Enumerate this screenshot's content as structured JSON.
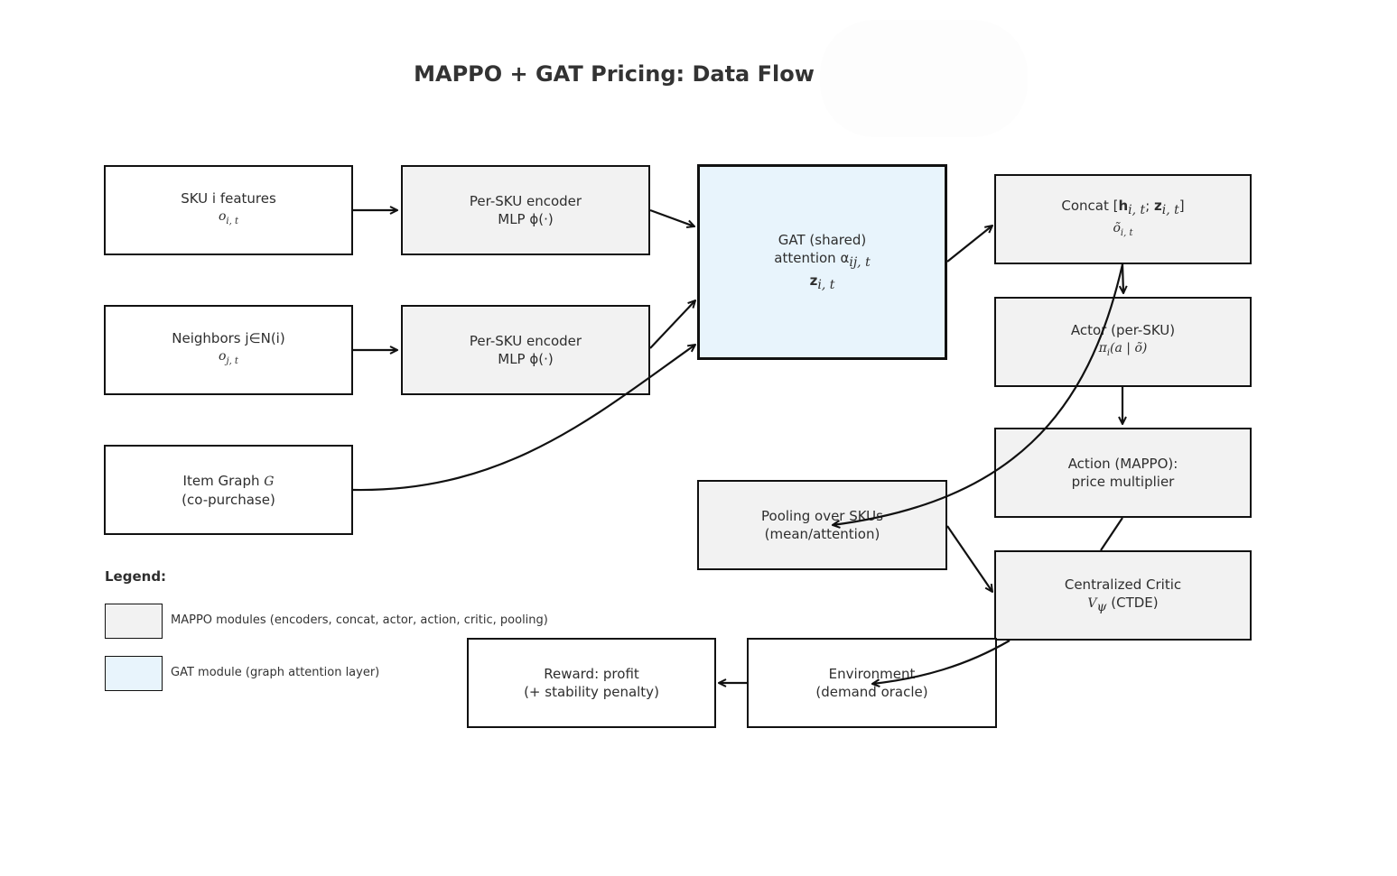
{
  "title": "MAPPO + GAT Pricing: Data Flow",
  "colors": {
    "mappo": "#f2f2f2",
    "gat": "#e8f4fc",
    "border": "#111111"
  },
  "nodes": {
    "sku_features": {
      "line1": "SKU i features",
      "line2": "o",
      "sub2": "i, t"
    },
    "neighbors": {
      "line1": "Neighbors j∈N(i)",
      "line2": "o",
      "sub2": "j, t"
    },
    "item_graph": {
      "line1": "Item Graph",
      "line1_var": "G",
      "line2": "(co-purchase)"
    },
    "encoder1": {
      "line1": "Per-SKU encoder",
      "line2": "MLP ϕ(·)"
    },
    "encoder2": {
      "line1": "Per-SKU encoder",
      "line2": "MLP ϕ(·)"
    },
    "gat": {
      "line1": "GAT (shared)",
      "line2": "attention α",
      "sub2": "ij, t",
      "line3": "z",
      "sub3": "i, t"
    },
    "concat": {
      "line1_prefix": "Concat [",
      "h": "h",
      "h_sub": "i, t",
      "sep": "; ",
      "z": "z",
      "z_sub": "i, t",
      "line1_suffix": "]",
      "line2": "õ",
      "sub2": "i, t"
    },
    "actor": {
      "line1": "Actor (per-SKU)",
      "line2": "π",
      "sub2": "i",
      "line2_rest": "(a | õ)"
    },
    "action": {
      "line1": "Action (MAPPO):",
      "line2": "price multiplier"
    },
    "pooling": {
      "line1": "Pooling over SKUs",
      "line2": "(mean/attention)"
    },
    "critic": {
      "line1": "Centralized Critic",
      "line2": "V",
      "sub2": "ψ",
      "line2_rest": " (CTDE)"
    },
    "environment": {
      "line1": "Environment",
      "line2": "(demand oracle)"
    },
    "reward": {
      "line1": "Reward: profit",
      "line2": "(+ stability penalty)"
    }
  },
  "legend": {
    "title": "Legend:",
    "items": [
      {
        "label": "MAPPO modules (encoders, concat, actor, action, critic, pooling)",
        "color": "#f2f2f2"
      },
      {
        "label": "GAT module (graph attention layer)",
        "color": "#e8f4fc"
      }
    ]
  }
}
